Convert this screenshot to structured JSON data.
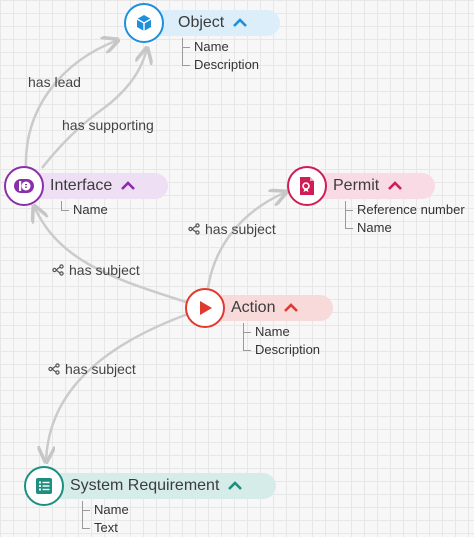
{
  "colors": {
    "object": "#1d8fdc",
    "interface": "#8b2fa8",
    "permit": "#d11d55",
    "action": "#e03a2f",
    "system_requirement": "#1c8f7f",
    "edge": "#cbcbcb"
  },
  "nodes": {
    "object": {
      "label": "Object",
      "icon": "cube-icon",
      "attributes": [
        "Name",
        "Description"
      ]
    },
    "interface": {
      "label": "Interface",
      "icon": "interface-icon",
      "attributes": [
        "Name"
      ]
    },
    "permit": {
      "label": "Permit",
      "icon": "permit-document-icon",
      "attributes": [
        "Reference number",
        "Name"
      ]
    },
    "action": {
      "label": "Action",
      "icon": "play-icon",
      "attributes": [
        "Name",
        "Description"
      ]
    },
    "system_requirement": {
      "label": "System Requirement",
      "icon": "list-icon",
      "attributes": [
        "Name",
        "Text"
      ]
    }
  },
  "edges": {
    "has_lead": "has lead",
    "has_supporting": "has supporting",
    "has_subject_permit": "has subject",
    "has_subject_interface": "has subject",
    "has_subject_sysreq": "has subject"
  }
}
